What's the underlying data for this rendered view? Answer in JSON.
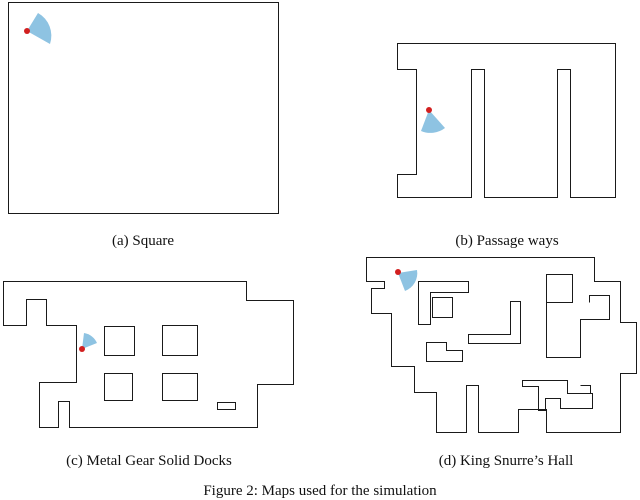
{
  "maps": [
    {
      "id": "a",
      "caption": "(a) Square"
    },
    {
      "id": "b",
      "caption": "(b) Passage ways"
    },
    {
      "id": "c",
      "caption": "(c) Metal Gear Solid Docks"
    },
    {
      "id": "d",
      "caption": "(d) King Snurre’s Hall"
    }
  ],
  "figure_caption": "Figure 2: Maps used for the simulation",
  "colors": {
    "wall": "#1a1a1a",
    "sensor_fov": "#8ec3e2",
    "robot": "#d21f1f"
  }
}
